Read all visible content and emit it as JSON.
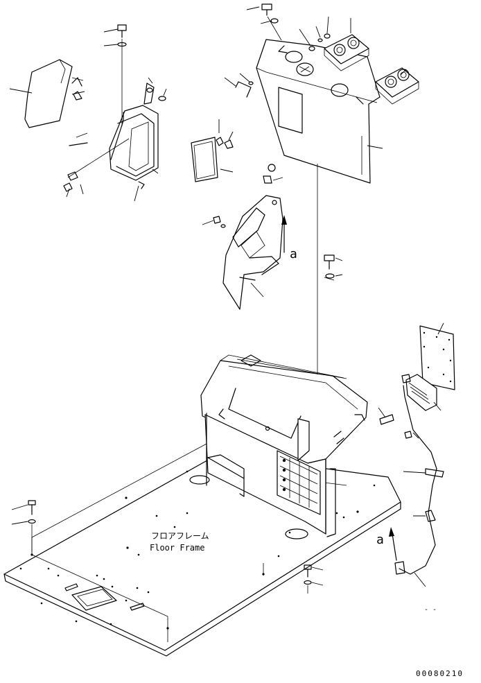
{
  "drawing": {
    "floor_label_jp": "フロアフレーム",
    "floor_label_en": "Floor Frame",
    "view_marker_upper": "a",
    "view_marker_lower": "a",
    "figure_number": "00080210",
    "bottom_mark": "- -"
  }
}
